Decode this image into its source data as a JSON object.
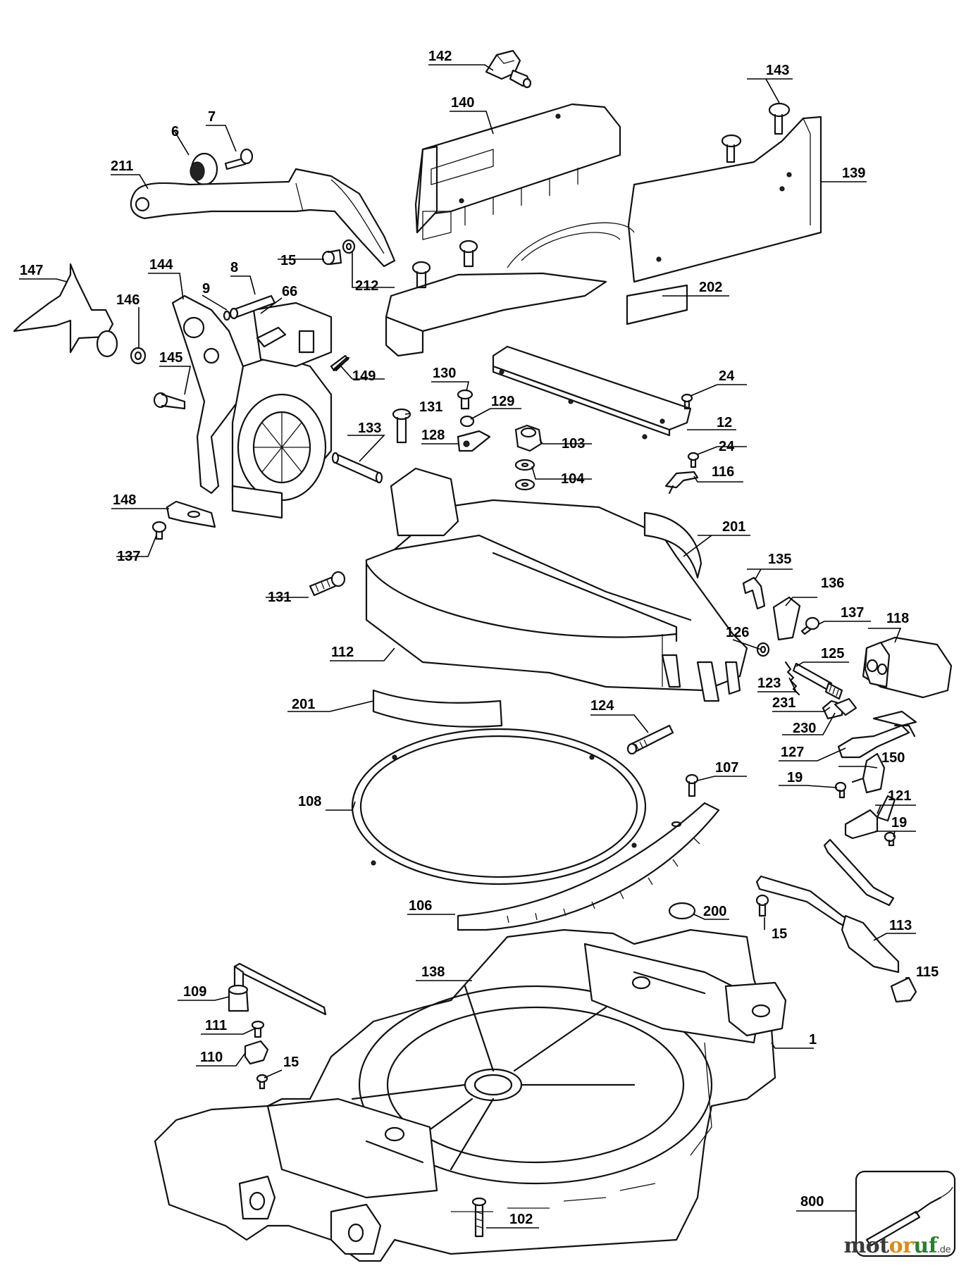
{
  "callouts": {
    "c142": "142",
    "c143": "143",
    "c140": "140",
    "c139": "139",
    "c7": "7",
    "c6": "6",
    "c211": "211",
    "c15a": "15",
    "c212": "212",
    "c144": "144",
    "c8": "8",
    "c147": "147",
    "c9": "9",
    "c66": "66",
    "c146": "146",
    "c202": "202",
    "c145": "145",
    "c149": "149",
    "c130": "130",
    "c24a": "24",
    "c131a": "131",
    "c129": "129",
    "c12": "12",
    "c133": "133",
    "c128": "128",
    "c103": "103",
    "c24b": "24",
    "c116": "116",
    "c104": "104",
    "c148": "148",
    "c137a": "137",
    "c201a": "201",
    "c135": "135",
    "c131b": "131",
    "c136": "136",
    "c137b": "137",
    "c118": "118",
    "c126": "126",
    "c125": "125",
    "c112": "112",
    "c123": "123",
    "c201b": "201",
    "c124": "124",
    "c231": "231",
    "c230": "230",
    "c127": "127",
    "c150": "150",
    "c107": "107",
    "c19a": "19",
    "c108": "108",
    "c121": "121",
    "c19b": "19",
    "c106": "106",
    "c200": "200",
    "c15b": "15",
    "c113": "113",
    "c138": "138",
    "c115": "115",
    "c109": "109",
    "c1": "1",
    "c111": "111",
    "c110": "110",
    "c15c": "15",
    "c800": "800",
    "c102": "102"
  },
  "watermark": {
    "part1": "mot",
    "part2": "or",
    "part3": "uf",
    "suffix": ".de"
  }
}
